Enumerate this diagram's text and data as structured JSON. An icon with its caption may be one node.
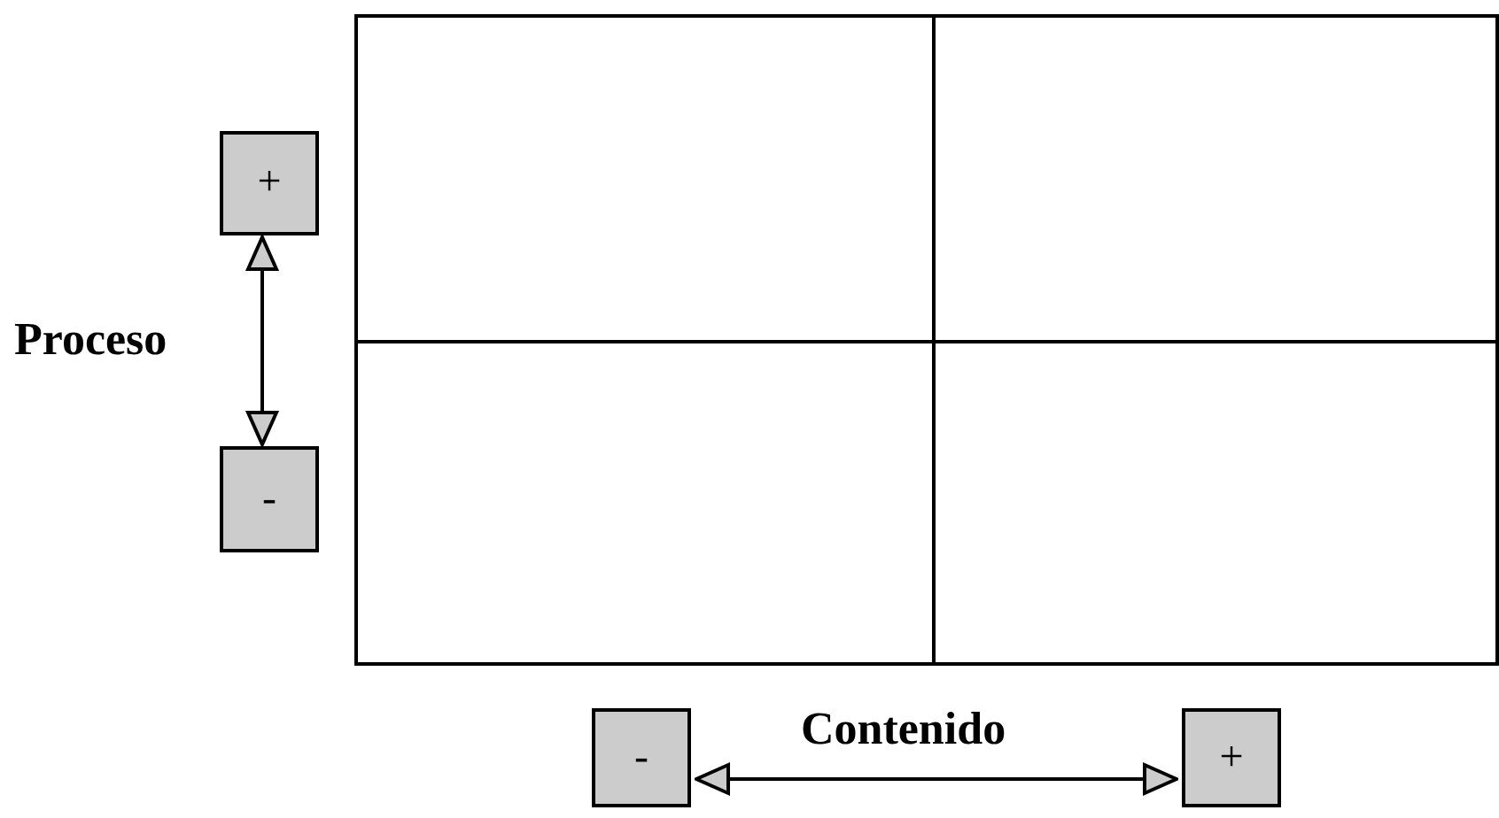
{
  "diagram": {
    "nodes": [
      {
        "text": [],
        "shape": "box"
      },
      {
        "text": [],
        "shape": "box"
      },
      {
        "text": [],
        "shape": "box"
      },
      {
        "text": [],
        "shape": "box"
      },
      {
        "text": [
          "+"
        ]
      },
      {
        "text": [
          "-"
        ]
      },
      {
        "text": [
          "-"
        ]
      },
      {
        "text": [
          "+"
        ]
      }
    ],
    "edges": [
      {
        "from": 4,
        "to": 5,
        "arrow": "both",
        "label": "Proceso"
      },
      {
        "from": 6,
        "to": 7,
        "arrow": "both",
        "label": "Contenido"
      }
    ]
  }
}
